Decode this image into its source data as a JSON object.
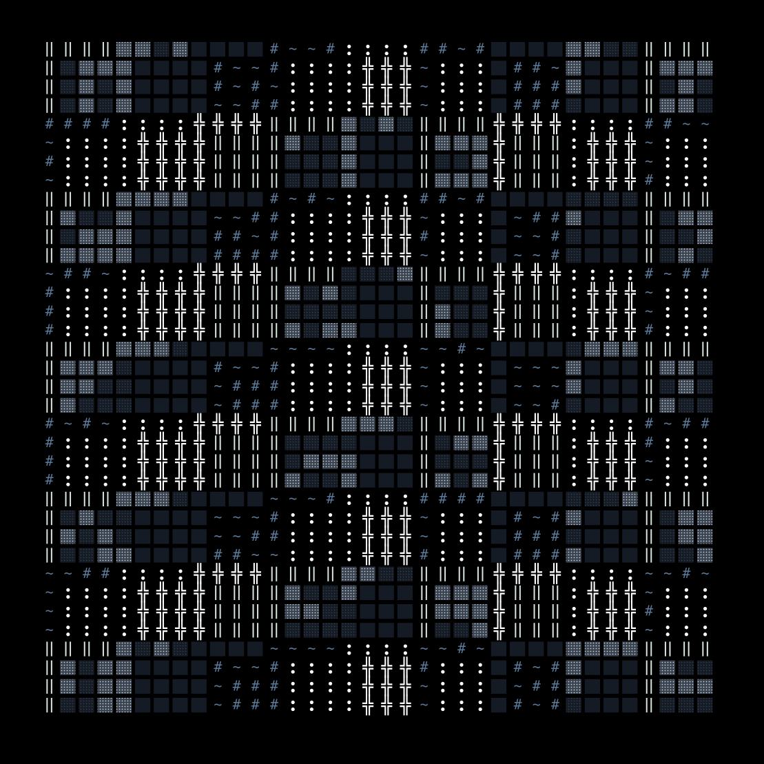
{
  "artwork": {
    "kind": "generative ascii mosaic",
    "palette": {
      "background": "#000000",
      "tile_dark": "#141b24",
      "tile_mid": "#2a3340",
      "tile_light": "#8a93a0",
      "glyph_white": "#ffffff",
      "glyph_pale": "#d8e6de",
      "glyph_blue": "#5b7a99",
      "dot_blue": "#7fa2c8"
    },
    "glyph_set": [
      "╬",
      "|",
      "║",
      "•",
      ":",
      "~",
      "#",
      "'",
      "."
    ],
    "symmetry": "4-fold mirrored tiling",
    "motifs": [
      "cross-and-bar block",
      "tilde-and-hash block",
      "dotted column",
      "double-bar band"
    ]
  }
}
